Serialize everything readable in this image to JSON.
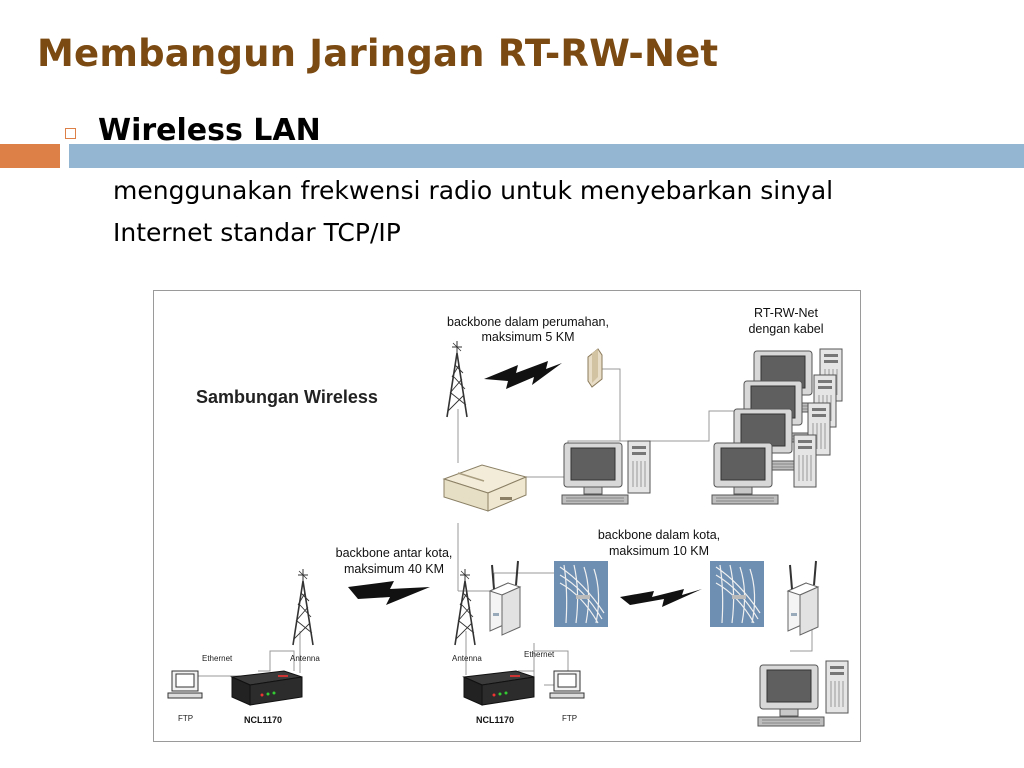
{
  "slide": {
    "title": "Membangun Jaringan RT-RW-Net",
    "bullet": "Wireless LAN",
    "body_lines": [
      "menggunakan frekwensi radio untuk menyebarkan sinyal",
      "Internet standar TCP/IP"
    ]
  },
  "diagram": {
    "heading": "Sambungan Wireless",
    "labels": {
      "backbone_perumahan": [
        "backbone dalam perumahan,",
        "maksimum 5 KM"
      ],
      "rtrw_kabel": [
        "RT-RW-Net",
        "dengan kabel"
      ],
      "backbone_antar_kota": [
        "backbone antar kota,",
        "maksimum 40 KM"
      ],
      "backbone_dalam_kota": [
        "backbone dalam kota,",
        "maksimum 10 KM"
      ],
      "ethernet_left": "Ethernet",
      "antenna_left": "Antenna",
      "ftp_left": "FTP",
      "ncl_left": "NCL1170",
      "antenna_mid": "Antenna",
      "ethernet_mid": "Ethernet",
      "ncl_mid": "NCL1170",
      "ftp_mid": "FTP"
    }
  },
  "colors": {
    "title": "#7b4a12",
    "accent_orange": "#dd8047",
    "accent_blue": "#94b6d2"
  }
}
